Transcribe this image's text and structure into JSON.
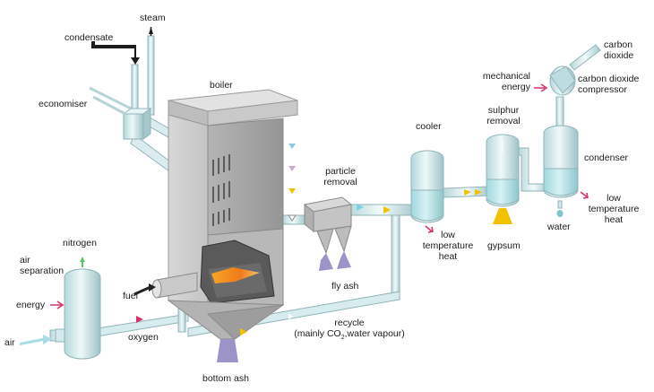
{
  "labels": {
    "steam": "steam",
    "condensate": "condensate",
    "economiser": "economiser",
    "boiler": "boiler",
    "particle_removal_1": "particle",
    "particle_removal_2": "removal",
    "cooler": "cooler",
    "sulphur_removal_1": "sulphur",
    "sulphur_removal_2": "removal",
    "carbon_dioxide_1": "carbon",
    "carbon_dioxide_2": "dioxide",
    "mechanical_energy_1": "mechanical",
    "mechanical_energy_2": "energy",
    "compressor_1": "carbon dioxide",
    "compressor_2": "compressor",
    "condenser": "condenser",
    "low_temp_heat_condenser_1": "low",
    "low_temp_heat_condenser_2": "temperature",
    "low_temp_heat_condenser_3": "heat",
    "water": "water",
    "gypsum": "gypsum",
    "low_temp_heat_cooler_1": "low",
    "low_temp_heat_cooler_2": "temperature",
    "low_temp_heat_cooler_3": "heat",
    "fly_ash": "fly ash",
    "nitrogen": "nitrogen",
    "air_separation_1": "air",
    "air_separation_2": "separation",
    "energy": "energy",
    "fuel": "fuel",
    "air": "air",
    "oxygen": "oxygen",
    "recycle_1": "recycle",
    "recycle_2_prefix": "(mainly CO",
    "recycle_2_sub": "2",
    "recycle_2_suffix": ",water vapour)",
    "bottom_ash": "bottom ash"
  },
  "colors": {
    "pipe": "#d3eaec",
    "pipe_edge": "#8fb4b8",
    "boiler_light": "#dcdcdc",
    "boiler_dark": "#a9a9a9",
    "flow_arrow": "#f2c200",
    "energy_arrow": "#d9336b",
    "ash": "#9c93c9",
    "gypsum": "#f2c200",
    "flame": "#f08a1e"
  }
}
